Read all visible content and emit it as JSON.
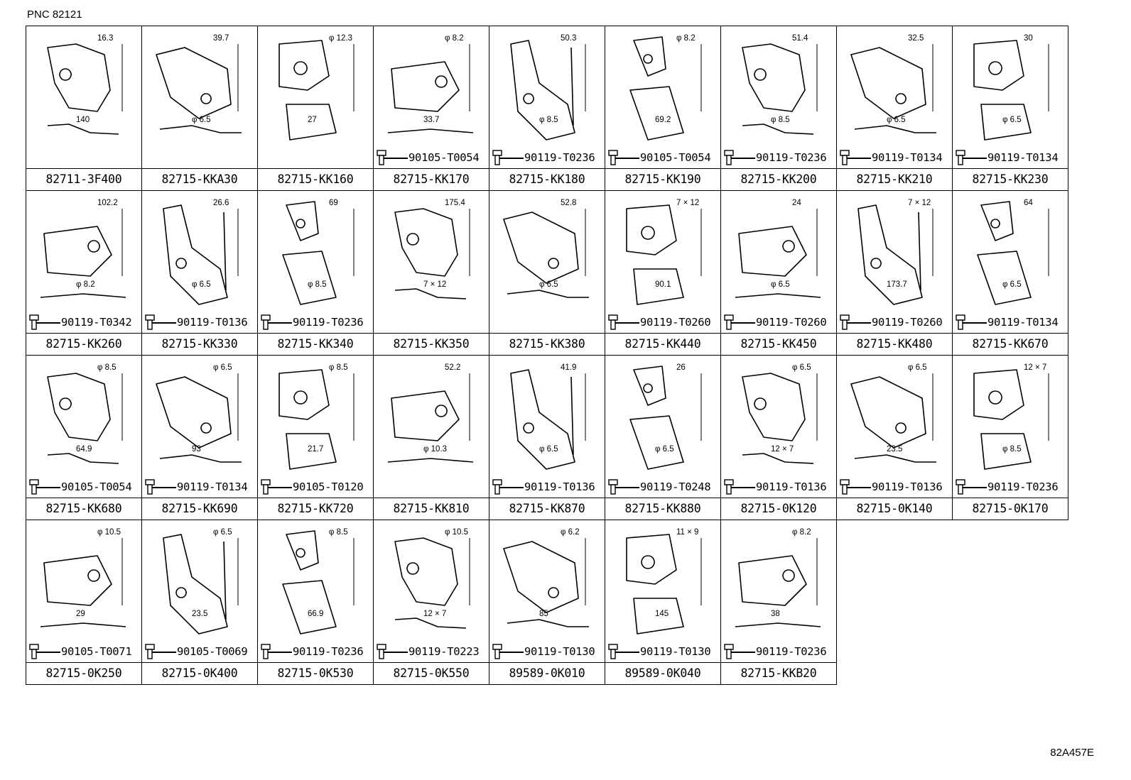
{
  "header": {
    "pnc": "PNC 82121"
  },
  "footer": {
    "figure_code": "82A457E"
  },
  "rows": [
    [
      {
        "part": "82711-3F400",
        "bolt": "",
        "dims": [
          "16.3",
          "140"
        ]
      },
      {
        "part": "82715-KKA30",
        "bolt": "",
        "dims": [
          "39.7",
          "φ 6.5"
        ]
      },
      {
        "part": "82715-KK160",
        "bolt": "",
        "dims": [
          "φ 12.3",
          "27"
        ]
      },
      {
        "part": "82715-KK170",
        "bolt": "90105-T0054",
        "dims": [
          "φ 8.2",
          "33.7"
        ]
      },
      {
        "part": "82715-KK180",
        "bolt": "90119-T0236",
        "dims": [
          "50.3",
          "φ 8.5"
        ]
      },
      {
        "part": "82715-KK190",
        "bolt": "90105-T0054",
        "dims": [
          "φ 8.2",
          "69.2"
        ]
      },
      {
        "part": "82715-KK200",
        "bolt": "90119-T0236",
        "dims": [
          "51.4",
          "φ 8.5"
        ]
      },
      {
        "part": "82715-KK210",
        "bolt": "90119-T0134",
        "dims": [
          "32.5",
          "φ 6.5"
        ]
      },
      {
        "part": "82715-KK230",
        "bolt": "90119-T0134",
        "dims": [
          "30",
          "φ 6.5"
        ]
      }
    ],
    [
      {
        "part": "82715-KK260",
        "bolt": "90119-T0342",
        "dims": [
          "102.2",
          "φ 8.2"
        ]
      },
      {
        "part": "82715-KK330",
        "bolt": "90119-T0136",
        "dims": [
          "26.6",
          "φ 6.5"
        ]
      },
      {
        "part": "82715-KK340",
        "bolt": "90119-T0236",
        "dims": [
          "69",
          "φ 8.5"
        ]
      },
      {
        "part": "82715-KK350",
        "bolt": "",
        "dims": [
          "175.4",
          "7 × 12"
        ]
      },
      {
        "part": "82715-KK380",
        "bolt": "",
        "dims": [
          "52.8",
          "φ 6.5"
        ]
      },
      {
        "part": "82715-KK440",
        "bolt": "90119-T0260",
        "dims": [
          "7 × 12",
          "90.1"
        ]
      },
      {
        "part": "82715-KK450",
        "bolt": "90119-T0260",
        "dims": [
          "24",
          "φ 6.5"
        ]
      },
      {
        "part": "82715-KK480",
        "bolt": "90119-T0260",
        "dims": [
          "7 × 12",
          "173.7"
        ]
      },
      {
        "part": "82715-KK670",
        "bolt": "90119-T0134",
        "dims": [
          "64",
          "φ 6.5"
        ]
      }
    ],
    [
      {
        "part": "82715-KK680",
        "bolt": "90105-T0054",
        "dims": [
          "φ 8.5",
          "64.9"
        ]
      },
      {
        "part": "82715-KK690",
        "bolt": "90119-T0134",
        "dims": [
          "φ 6.5",
          "93"
        ]
      },
      {
        "part": "82715-KK720",
        "bolt": "90105-T0120",
        "dims": [
          "φ 8.5",
          "21.7"
        ]
      },
      {
        "part": "82715-KK810",
        "bolt": "",
        "dims": [
          "52.2",
          "φ 10.3"
        ]
      },
      {
        "part": "82715-KK870",
        "bolt": "90119-T0136",
        "dims": [
          "41.9",
          "φ 6.5"
        ]
      },
      {
        "part": "82715-KK880",
        "bolt": "90119-T0248",
        "dims": [
          "26",
          "φ 6.5"
        ]
      },
      {
        "part": "82715-0K120",
        "bolt": "90119-T0136",
        "dims": [
          "φ 6.5",
          "12 × 7"
        ]
      },
      {
        "part": "82715-0K140",
        "bolt": "90119-T0136",
        "dims": [
          "φ 6.5",
          "23.5"
        ]
      },
      {
        "part": "82715-0K170",
        "bolt": "90119-T0236",
        "dims": [
          "12 × 7",
          "φ 8.5"
        ]
      }
    ],
    [
      {
        "part": "82715-0K250",
        "bolt": "90105-T0071",
        "dims": [
          "φ 10.5",
          "29"
        ]
      },
      {
        "part": "82715-0K400",
        "bolt": "90105-T0069",
        "dims": [
          "φ 6.5",
          "23.5"
        ]
      },
      {
        "part": "82715-0K530",
        "bolt": "90119-T0236",
        "dims": [
          "φ 8.5",
          "66.9"
        ]
      },
      {
        "part": "82715-0K550",
        "bolt": "90119-T0223",
        "dims": [
          "φ 10.5",
          "12 × 7"
        ]
      },
      {
        "part": "89589-0K010",
        "bolt": "90119-T0130",
        "dims": [
          "φ 6.2",
          "85"
        ]
      },
      {
        "part": "89589-0K040",
        "bolt": "90119-T0130",
        "dims": [
          "11 × 9",
          "145"
        ]
      },
      {
        "part": "82715-KKB20",
        "bolt": "90119-T0236",
        "dims": [
          "φ 8.2",
          "38"
        ]
      }
    ]
  ]
}
